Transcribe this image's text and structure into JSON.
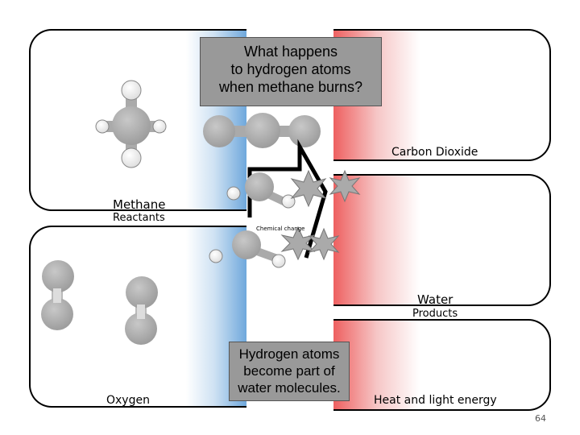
{
  "question": "What happens to hydrogen atoms when methane burns?",
  "question_lines": [
    "What happens",
    "to hydrogen atoms",
    "when methane burns?"
  ],
  "answer_lines": [
    "Hydrogen atoms",
    "become part of",
    "water molecules."
  ],
  "labels": {
    "methane": "Methane",
    "reactants": "Reactants",
    "oxygen": "Oxygen",
    "carbon_dioxide": "Carbon Dioxide",
    "water": "Water",
    "products": "Products",
    "energy": "Heat and light energy",
    "chemical_change": "Chemical change"
  },
  "page_number": "64",
  "colors": {
    "reactant_gradient": "#5b9bd5",
    "product_gradient": "#ee5a5a",
    "atom_gray": "#a8a8a8",
    "callout": "#999999"
  }
}
